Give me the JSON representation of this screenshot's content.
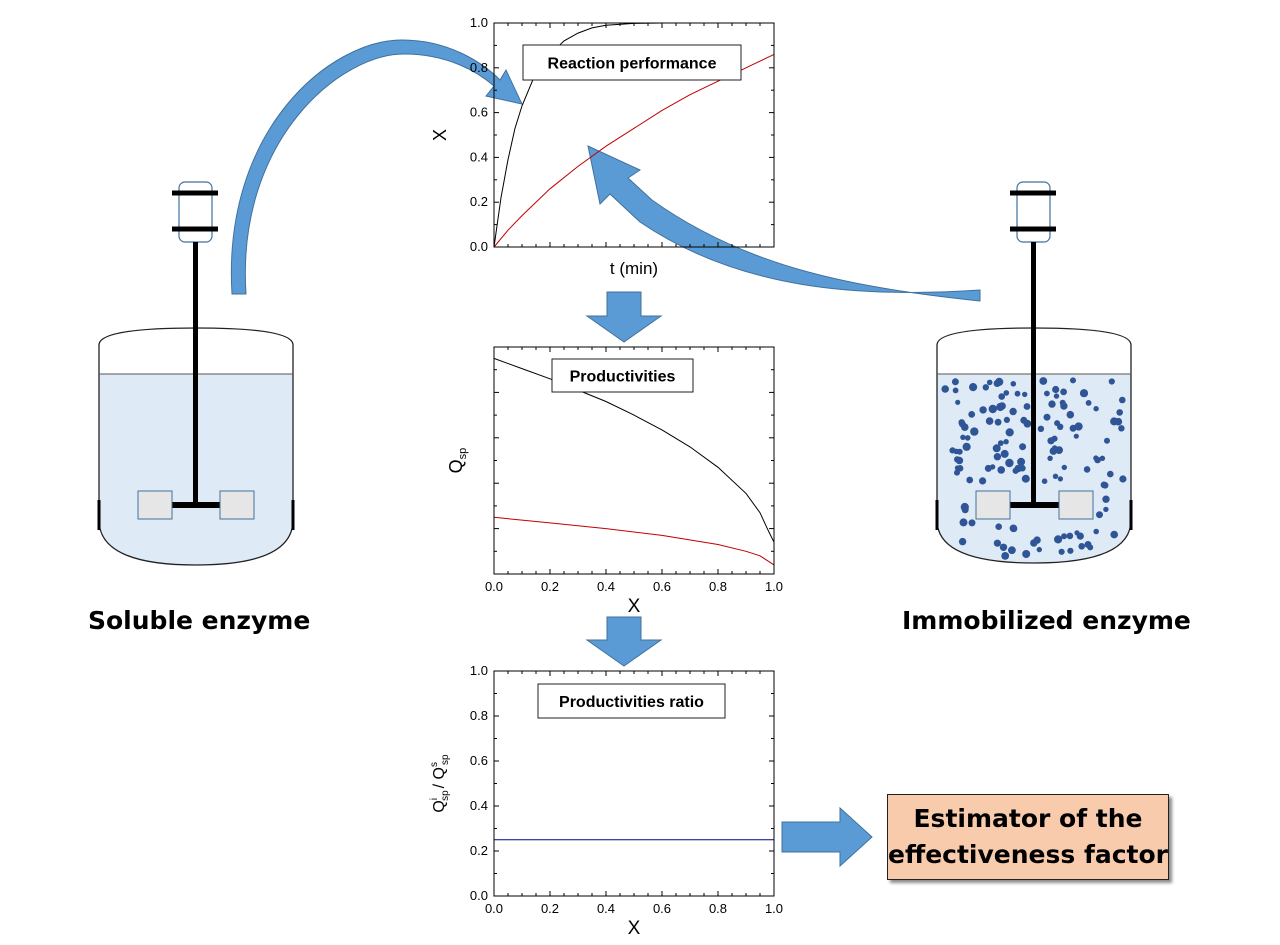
{
  "labels": {
    "soluble": "Soluble enzyme",
    "immobilized": "Immobilized enzyme",
    "estimator_line1": "Estimator of the",
    "estimator_line2": "effectiveness factor"
  },
  "colors": {
    "arrow": "#5b9bd5",
    "arrow_edge": "#41719c",
    "liquid": "#deeaf6",
    "bead": "#2f5597",
    "paddle": "#e7e6e6",
    "estimator_fill": "#f8cbad",
    "series_soluble": "#000000",
    "series_immobilized": "#c00000",
    "series_ratio": "#00008b"
  },
  "chart_data": [
    {
      "type": "line",
      "box_label": "Reaction performance",
      "xlabel": "t (min)",
      "ylabel": "X",
      "xlim": [
        0,
        10
      ],
      "ylim": [
        0,
        1.0
      ],
      "yticks": [
        "0.0",
        "0.2",
        "0.4",
        "0.6",
        "0.8",
        "1.0"
      ],
      "xticks": [],
      "series": [
        {
          "color": "#000000",
          "x": [
            0,
            0.25,
            0.5,
            0.75,
            1.0,
            1.5,
            2.0,
            2.5,
            3.0,
            3.5,
            4.0,
            5.0,
            6.0,
            7.0,
            8.0
          ],
          "y": [
            0,
            0.22,
            0.39,
            0.53,
            0.63,
            0.78,
            0.86,
            0.92,
            0.955,
            0.978,
            0.99,
            0.998,
            1.0,
            1.0,
            1.0
          ]
        },
        {
          "color": "#c00000",
          "x": [
            0,
            0.5,
            1,
            2,
            3,
            4,
            5,
            6,
            7,
            8,
            9,
            10
          ],
          "y": [
            0,
            0.075,
            0.14,
            0.26,
            0.36,
            0.45,
            0.53,
            0.61,
            0.68,
            0.74,
            0.8,
            0.86
          ]
        }
      ]
    },
    {
      "type": "line",
      "box_label": "Productivities",
      "xlabel": "X",
      "ylabel": "Q",
      "ylabel_sub": "sp",
      "xlim": [
        0,
        1.0
      ],
      "ylim": [
        0,
        1.0
      ],
      "xticks": [
        "0.0",
        "0.2",
        "0.4",
        "0.6",
        "0.8",
        "1.0"
      ],
      "yticks": [],
      "series": [
        {
          "color": "#000000",
          "x": [
            0,
            0.1,
            0.2,
            0.3,
            0.4,
            0.5,
            0.6,
            0.7,
            0.8,
            0.9,
            0.95,
            0.98,
            1.0
          ],
          "y": [
            0.95,
            0.905,
            0.86,
            0.81,
            0.76,
            0.7,
            0.635,
            0.56,
            0.47,
            0.355,
            0.27,
            0.19,
            0.14
          ]
        },
        {
          "color": "#c00000",
          "x": [
            0,
            0.2,
            0.4,
            0.6,
            0.8,
            0.9,
            0.95,
            1.0
          ],
          "y": [
            0.25,
            0.225,
            0.2,
            0.17,
            0.13,
            0.1,
            0.08,
            0.04
          ]
        }
      ]
    },
    {
      "type": "line",
      "box_label": "Productivities  ratio",
      "xlabel": "X",
      "ylabel": "Q",
      "ylabel_parts": [
        "Q",
        "i",
        "sp",
        "/ Q",
        "s",
        "sp"
      ],
      "xlim": [
        0,
        1.0
      ],
      "ylim": [
        0,
        1.0
      ],
      "xticks": [
        "0.0",
        "0.2",
        "0.4",
        "0.6",
        "0.8",
        "1.0"
      ],
      "yticks": [
        "0.0",
        "0.2",
        "0.4",
        "0.6",
        "0.8",
        "1.0"
      ],
      "series": [
        {
          "color": "#00008b",
          "x": [
            0,
            1.0
          ],
          "y": [
            0.25,
            0.25
          ]
        }
      ]
    }
  ]
}
